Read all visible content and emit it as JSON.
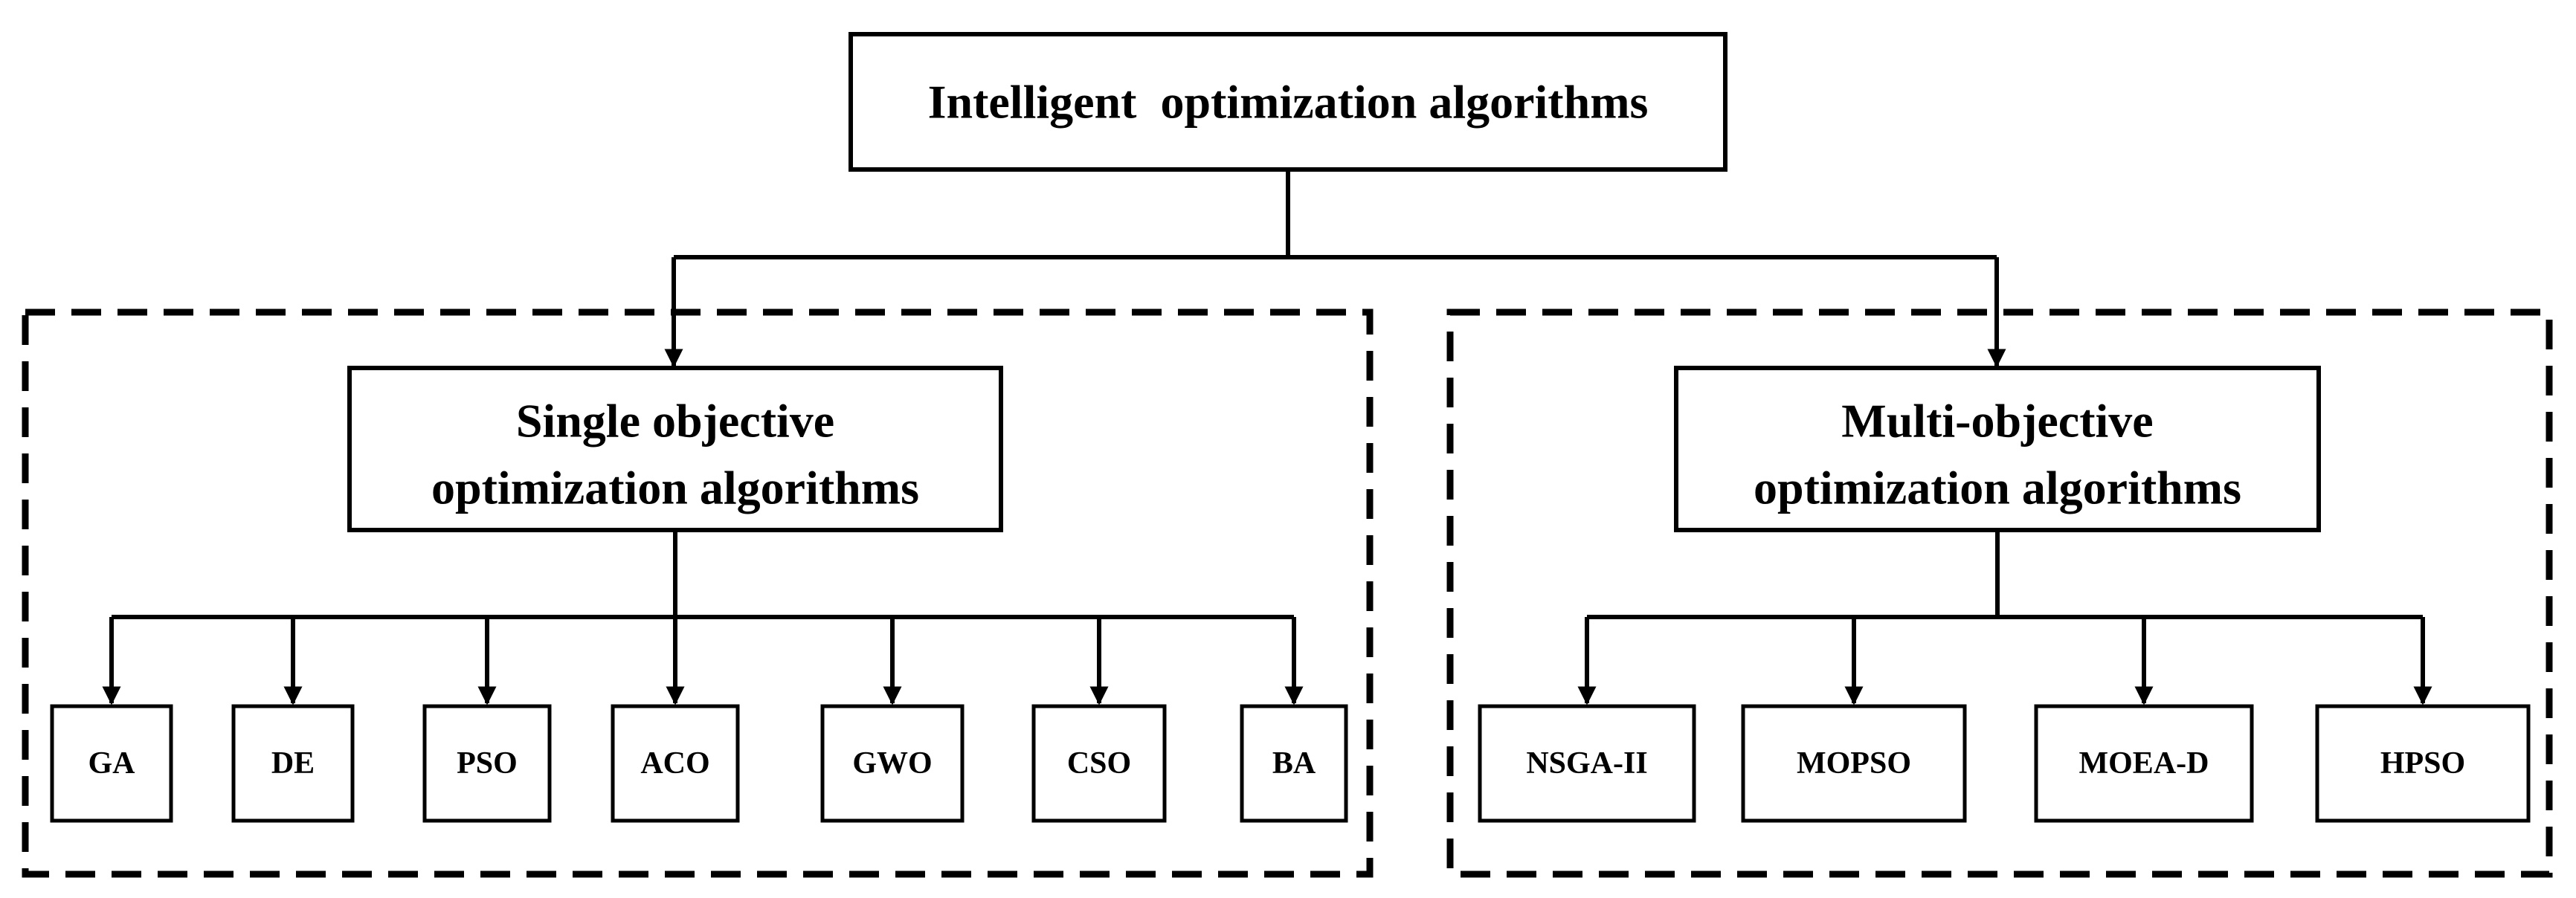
{
  "root": {
    "label": "Intelligent  optimization algorithms"
  },
  "single": {
    "label_line1": "Single objective",
    "label_line2": "optimization algorithms",
    "algorithms": [
      "GA",
      "DE",
      "PSO",
      "ACO",
      "GWO",
      "CSO",
      "BA"
    ]
  },
  "multi": {
    "label_line1": "Multi-objective",
    "label_line2": "optimization algorithms",
    "algorithms": [
      "NSGA-II",
      "MOPSO",
      "MOEA-D",
      "HPSO"
    ]
  }
}
